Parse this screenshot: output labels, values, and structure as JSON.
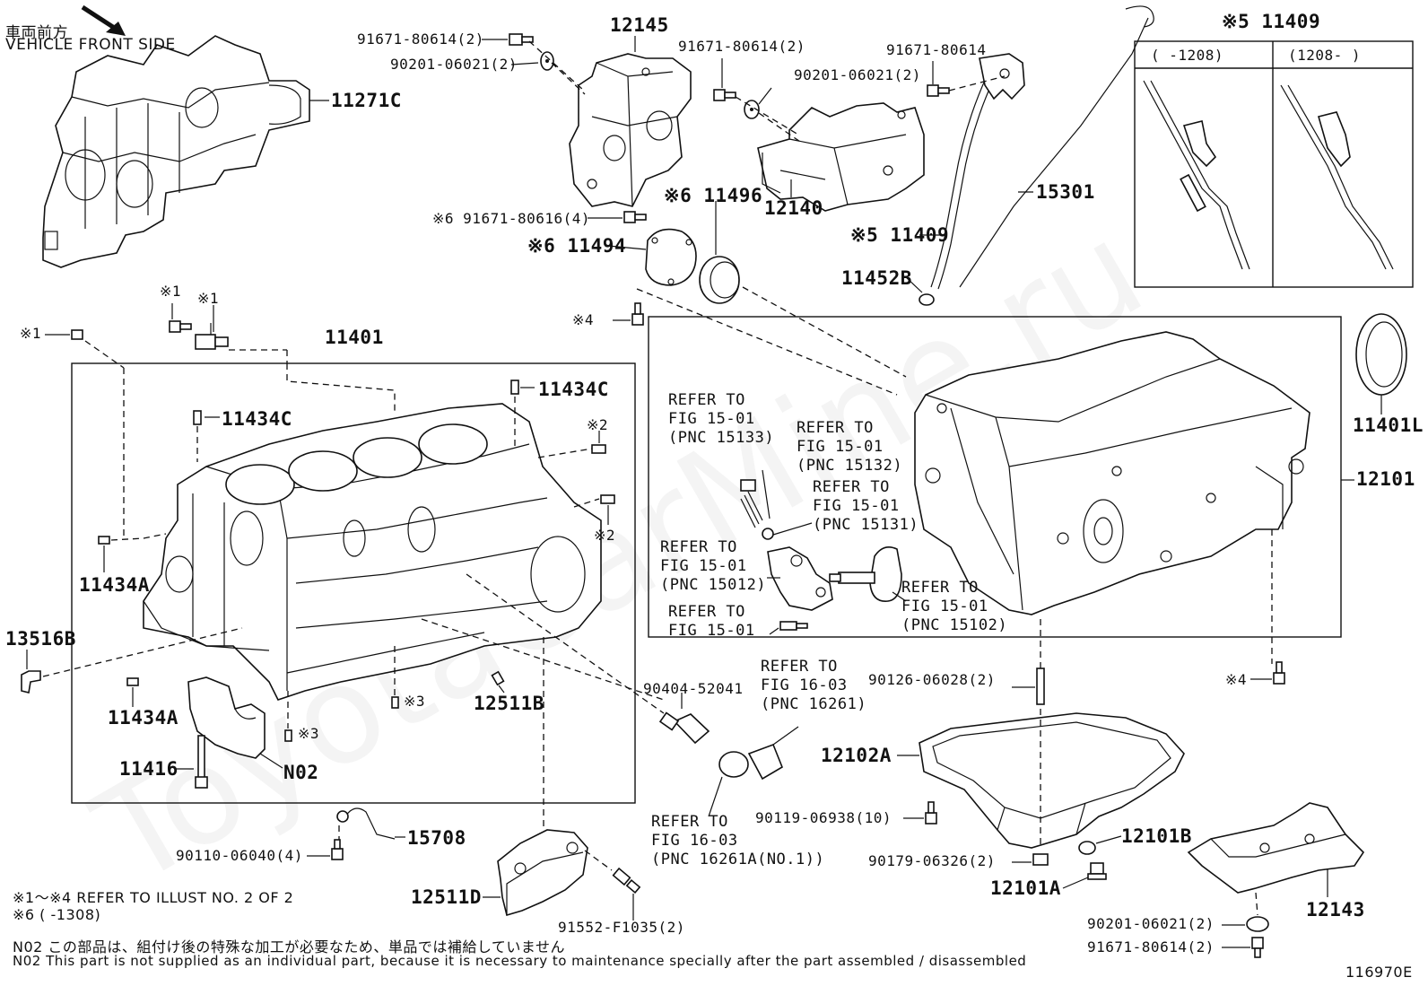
{
  "header": {
    "front_jp": "車両前方",
    "front_en": "VEHICLE FRONT SIDE"
  },
  "inset": {
    "title": "※5 11409",
    "col1": "(      -1208)",
    "col2": "(1208-      )"
  },
  "labels": {
    "p11271C": "11271C",
    "p12145": "12145",
    "b91671_80614_2_a": "91671-80614(2)",
    "w90201_06021_2_a": "90201-06021(2)",
    "b91671_80614_2_b": "91671-80614(2)",
    "w90201_06021_2_b": "90201-06021(2)",
    "b91671_80614": "91671-80614",
    "p12140": "12140",
    "p15301": "15301",
    "p11409": "※5 11409",
    "p11452B": "11452B",
    "p11496": "※6 11496",
    "b91671_80616_4": "※6 91671-80616(4)",
    "p11494": "※6 11494",
    "n4_top": "※4",
    "n1_a": "※1",
    "n1_b": "※1",
    "n1_c": "※1",
    "p11401": "11401",
    "p11434C_r": "11434C",
    "p11434C_l": "11434C",
    "n2_a": "※2",
    "n2_b": "※2",
    "p11434A_u": "11434A",
    "p13516B": "13516B",
    "p11434A_d": "11434A",
    "n3_a": "※3",
    "n3_b": "※3",
    "p12511B": "12511B",
    "p11416": "11416",
    "n02": "N02",
    "p11401L": "11401L",
    "p12101": "12101",
    "ref_15133": "REFER TO\nFIG 15-01\n(PNC 15133)",
    "ref_15132": "REFER TO\nFIG 15-01\n(PNC 15132)",
    "ref_15131": "REFER TO\nFIG 15-01\n(PNC 15131)",
    "ref_15012": "REFER TO\nFIG 15-01\n(PNC 15012)",
    "ref_15102": "REFER TO\nFIG 15-01\n(PNC 15102)",
    "ref_1501": "REFER TO\nFIG 15-01",
    "ref_16261": "REFER TO\nFIG 16-03\n(PNC 16261)",
    "ref_16261A": "REFER TO\nFIG 16-03\n(PNC 16261A(NO.1))",
    "p90404_52041": "90404-52041",
    "b90126_06028_2": "90126-06028(2)",
    "n4_right": "※4",
    "p12102A": "12102A",
    "b90119_06938_10": "90119-06938(10)",
    "p15708": "15708",
    "b90110_06040_4": "90110-06040(4)",
    "p12101B": "12101B",
    "b90179_06326_2": "90179-06326(2)",
    "p12101A": "12101A",
    "p12511D": "12511D",
    "b91552_F1035_2": "91552-F1035(2)",
    "w90201_06021_2_c": "90201-06021(2)",
    "p12143": "12143",
    "b91671_80614_2_c": "91671-80614(2)"
  },
  "notes": {
    "refer_illust": "※1～※4  REFER TO ILLUST NO. 2 OF 2",
    "note6": "※6 (      -1308)",
    "n02_jp": "N02  この部品は、組付け後の特殊な加工が必要なため、単品では補給していません",
    "n02_en": "N02  This part is not supplied as an individual part, because it is necessary to maintenance specially after the part assembled / disassembled",
    "figure_id": "116970E"
  },
  "watermark": "ToyotaCarMine.ru"
}
